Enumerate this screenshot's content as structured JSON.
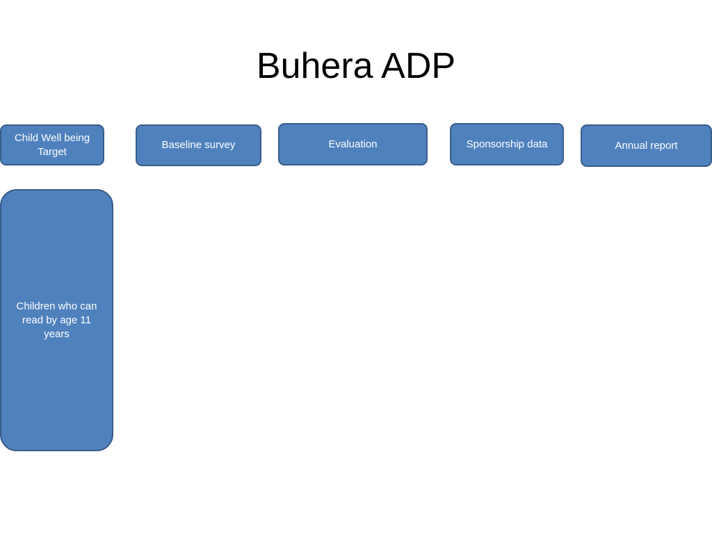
{
  "slide": {
    "title": "Buhera ADP",
    "accent_fill": "#4f81bd",
    "accent_border": "#385d8a",
    "header_boxes": [
      {
        "label": "Child Well being Target"
      },
      {
        "label": "Baseline survey"
      },
      {
        "label": "Evaluation"
      },
      {
        "label": "Sponsorship data"
      },
      {
        "label": "Annual report"
      }
    ],
    "row_boxes": [
      {
        "label": "Children who can read by age 11 years"
      }
    ]
  }
}
